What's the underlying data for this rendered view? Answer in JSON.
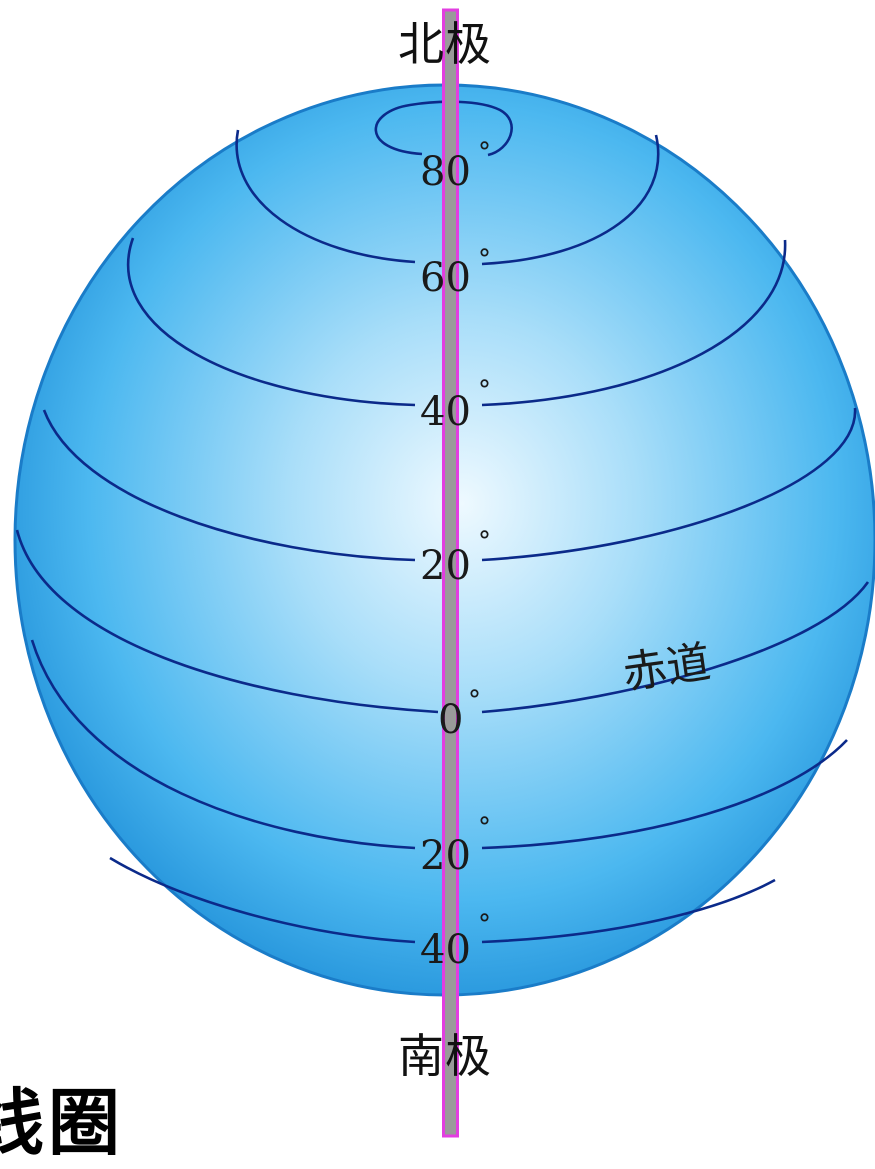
{
  "poles": {
    "north": "北极",
    "south": "南极"
  },
  "equator_label": "赤道",
  "degree_symbol": "°",
  "latitude_labels": {
    "lat_80n": "80",
    "lat_60n": "60",
    "lat_40n": "40",
    "lat_20n": "20",
    "lat_0": "0",
    "lat_20s": "20",
    "lat_40s": "40"
  },
  "caption": "线圈",
  "colors": {
    "globe_light": "#e9f8ff",
    "globe_mid": "#4cbaf2",
    "globe_edge": "#1d8fd6",
    "latitude_line": "#0a2a8c",
    "axis_fill": "#9a9a9a",
    "axis_border": "#e040e0"
  }
}
